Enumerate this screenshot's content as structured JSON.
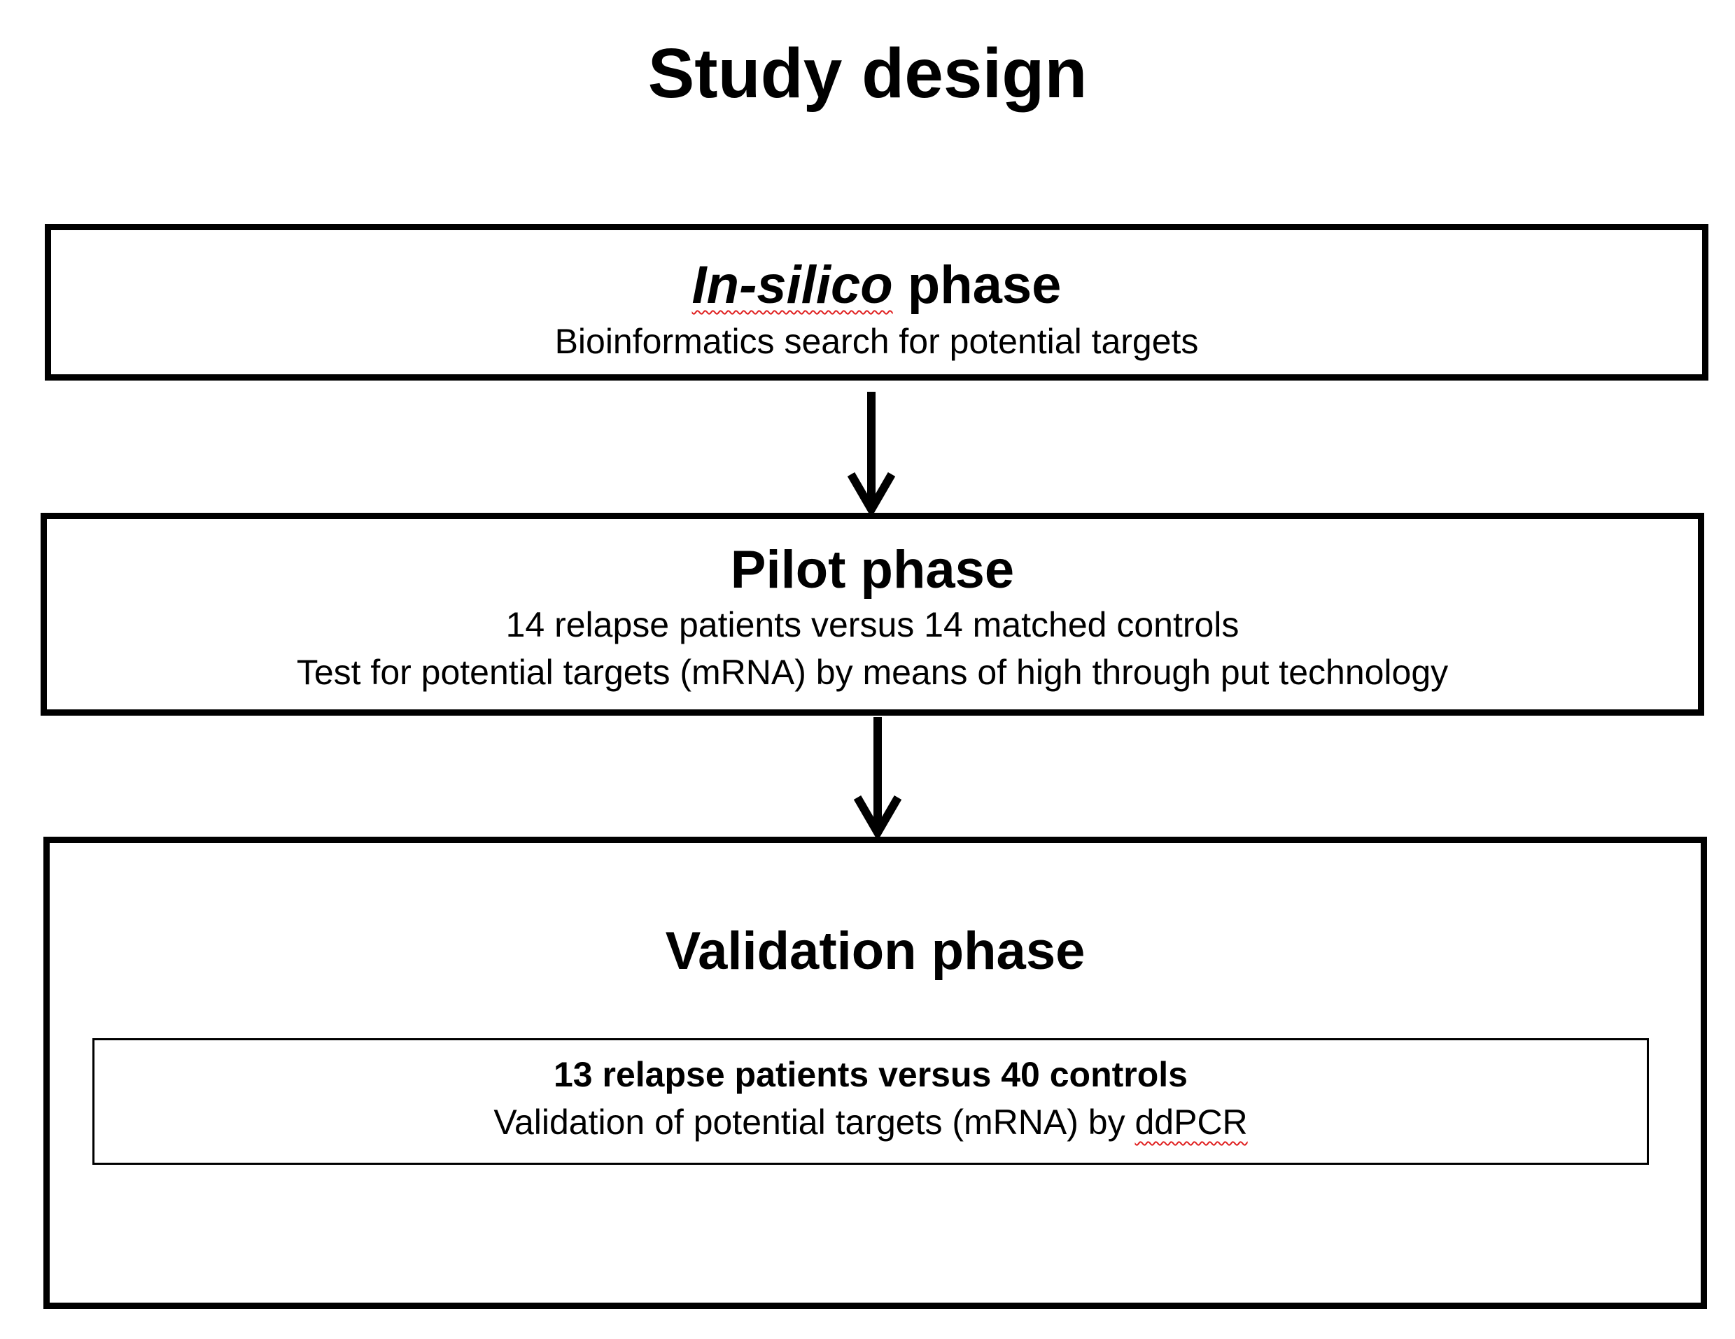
{
  "title": "Study design",
  "phases": [
    {
      "heading_italic": "In-silico",
      "heading_rest": " phase",
      "lines": [
        "Bioinformatics search for potential targets"
      ]
    },
    {
      "heading": "Pilot phase",
      "lines": [
        "14 relapse patients versus 14 matched controls",
        "Test for potential targets (mRNA) by means of high through put technology"
      ]
    },
    {
      "heading": "Validation phase",
      "inner": {
        "bold_line": "13 relapse patients versus 40 controls",
        "line_prefix": "Validation of potential targets (mRNA) by ",
        "line_flagged": "ddPCR"
      }
    }
  ]
}
